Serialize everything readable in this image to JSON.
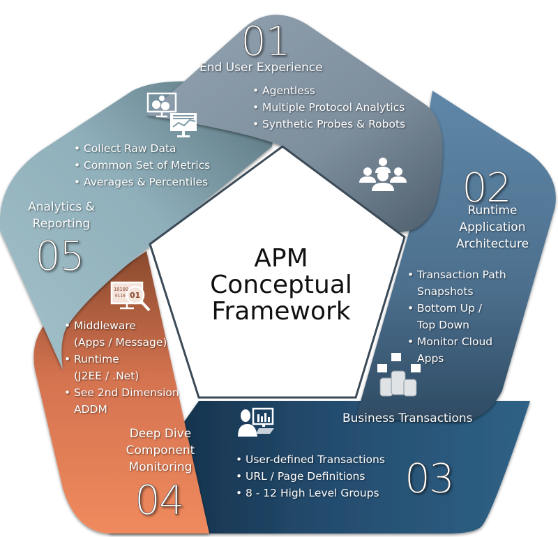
{
  "center": {
    "line1": "APM",
    "line2": "Conceptual",
    "line3": "Framework"
  },
  "colors": {
    "segment_01": "#8a9baa",
    "segment_02": "#5d85a6",
    "segment_03": "#2d5b7e",
    "segment_04": "#e8825a",
    "segment_05": "#96b7c2",
    "center": "#ffffff"
  },
  "segments": [
    {
      "number": "01",
      "title": "End User Experience",
      "icon": "users-group-icon",
      "bullets": [
        "Agentless",
        "Multiple Protocol Analytics",
        "Synthetic Probes & Robots"
      ]
    },
    {
      "number": "02",
      "title_lines": [
        "Runtime",
        "Application",
        "Architecture"
      ],
      "icon": "database-stack-icon",
      "bullets": [
        {
          "line1": "Transaction Path",
          "line2": "Snapshots"
        },
        {
          "line1": "Bottom Up /",
          "line2": "Top Down"
        },
        {
          "line1": "Monitor Cloud",
          "line2": "Apps"
        }
      ]
    },
    {
      "number": "03",
      "title": "Business Transactions",
      "icon": "user-dashboard-icon",
      "bullets": [
        "User-defined Transactions",
        "URL / Page Definitions",
        "8 - 12 High Level Groups"
      ]
    },
    {
      "number": "04",
      "title_lines": [
        "Deep Dive",
        "Component",
        "Monitoring"
      ],
      "icon": "code-magnifier-icon",
      "bullets": [
        {
          "line1": "Middleware",
          "line2": "(Apps / Message)"
        },
        {
          "line1": "Runtime",
          "line2": "(J2EE / .Net)"
        },
        {
          "line1": "See 2nd Dimension",
          "line2": "ADDM"
        }
      ]
    },
    {
      "number": "05",
      "title_lines": [
        "Analytics &",
        "Reporting"
      ],
      "icon": "monitor-gears-chart-icon",
      "bullets": [
        "Collect Raw Data",
        "Common Set of Metrics",
        "Averages & Percentiles"
      ]
    }
  ]
}
